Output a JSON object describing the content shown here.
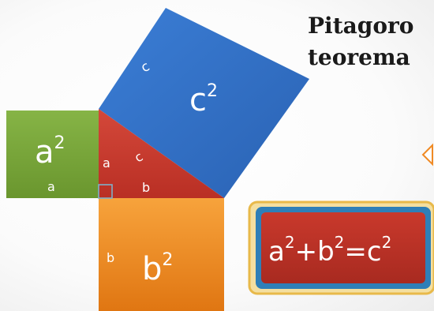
{
  "title": {
    "line1": "Pitagoro",
    "line2": "teorema"
  },
  "square_a": {
    "area_base": "a",
    "area_exp": "2",
    "side_label": "a",
    "color": "#7aa637"
  },
  "square_b": {
    "area_base": "b",
    "area_exp": "2",
    "side_label": "b",
    "color": "#f28a1e"
  },
  "square_c": {
    "area_base": "c",
    "area_exp": "2",
    "side_label": "c",
    "color": "#2f6fc6"
  },
  "triangle": {
    "label_a": "a",
    "label_b": "b",
    "label_c": "c",
    "color": "#c9392d"
  },
  "formula": {
    "a": "a",
    "exp1": "2",
    "plus": "+",
    "b": "b",
    "exp2": "2",
    "eq": "=",
    "c": "c",
    "exp3": "2",
    "box_color": "#b82f25",
    "border_color": "#2e7fb8",
    "frame_color": "#e8b94a"
  }
}
